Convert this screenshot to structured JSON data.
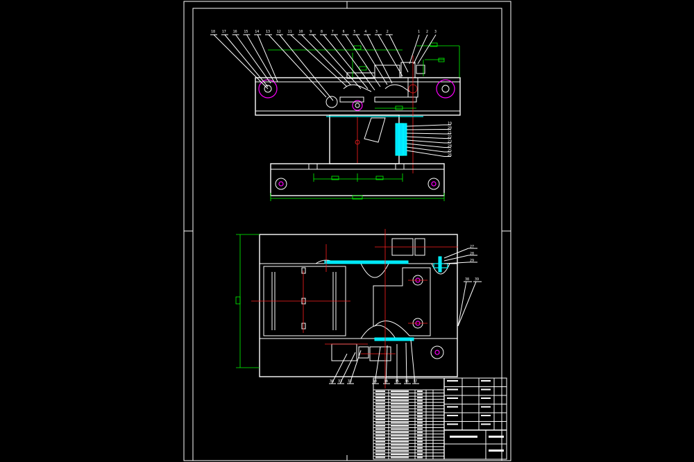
{
  "drawing": {
    "colors": {
      "background": "#000000",
      "outline": "#ffffff",
      "dimension": "#00ff00",
      "center_line": "#ff2020",
      "section": "#00ffff",
      "hole": "#ff00ff"
    },
    "front_view_leaders": [
      "18",
      "17",
      "16",
      "15",
      "14",
      "13",
      "12",
      "11",
      "10",
      "9",
      "8",
      "7",
      "6",
      "5",
      "4",
      "3",
      "2"
    ],
    "front_view_right_leaders": [
      "1",
      "2",
      "3"
    ],
    "front_view_side_callouts": [
      "19",
      "20",
      "21",
      "22",
      "23",
      "24",
      "25",
      "26"
    ],
    "front_view_dims": [
      "",
      "",
      "",
      "",
      "",
      "",
      ""
    ],
    "top_view_callouts": [
      "27",
      "28",
      "29"
    ],
    "top_view_bottom_callouts": [
      "30",
      "31",
      "32",
      "33",
      "34",
      "35",
      "36",
      "37"
    ],
    "top_view_right_callouts": [
      "38",
      "39"
    ]
  },
  "title_block": {
    "parts_rows": 22,
    "right_rows": 6
  }
}
